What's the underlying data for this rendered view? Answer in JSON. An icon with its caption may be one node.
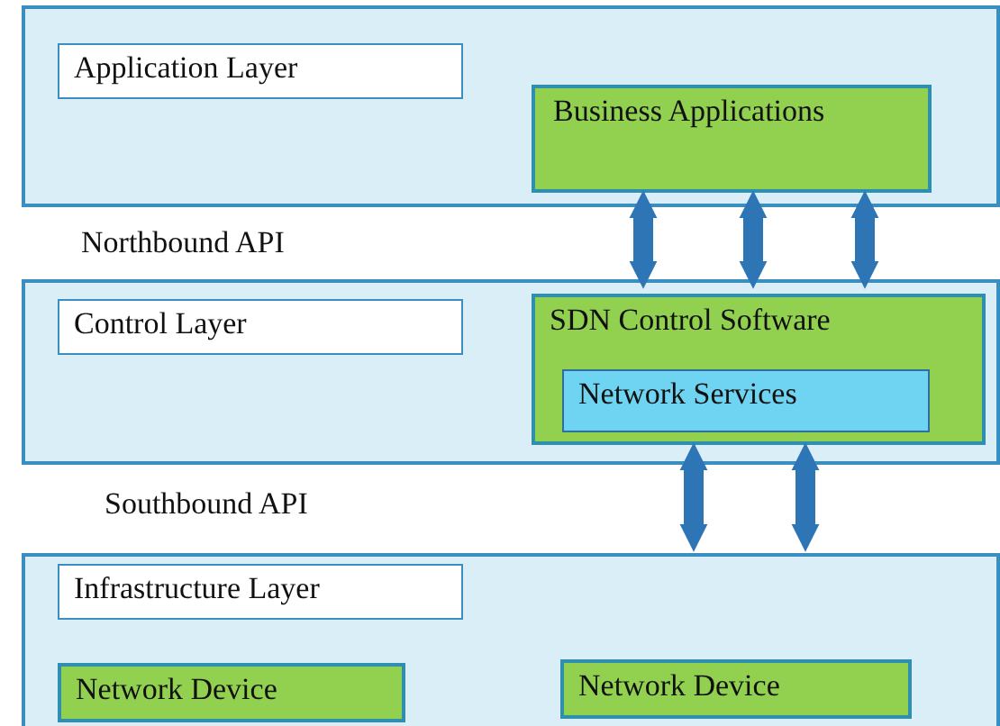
{
  "diagram": {
    "nodes": [
      {
        "text": [],
        "shape": "box"
      },
      {
        "text": [
          "Application Layer"
        ],
        "in": 0
      },
      {
        "text": [
          "Business Applications"
        ],
        "in": 0
      },
      {
        "text": [],
        "shape": "box"
      },
      {
        "text": [
          "Control Layer"
        ],
        "in": 3
      },
      {
        "text": [
          "SDN Control Software"
        ],
        "in": 3
      },
      {
        "text": [
          "Network Services"
        ],
        "in": 5
      },
      {
        "text": [],
        "shape": "box"
      },
      {
        "text": [
          "Infrastructure Layer"
        ],
        "in": 7
      },
      {
        "text": [
          "Network Device"
        ],
        "in": 7
      },
      {
        "text": [
          "Network Device"
        ],
        "in": 7
      }
    ],
    "edges": [
      {
        "from": 2,
        "to": 5,
        "arrow": "both"
      },
      {
        "from": 2,
        "to": 5,
        "arrow": "both"
      },
      {
        "from": 2,
        "to": 5,
        "arrow": "both"
      },
      {
        "from": 5,
        "to": 7,
        "arrow": "both"
      },
      {
        "from": 5,
        "to": 7,
        "arrow": "both"
      }
    ],
    "labels": [
      "Northbound API",
      "Southbound API"
    ]
  }
}
